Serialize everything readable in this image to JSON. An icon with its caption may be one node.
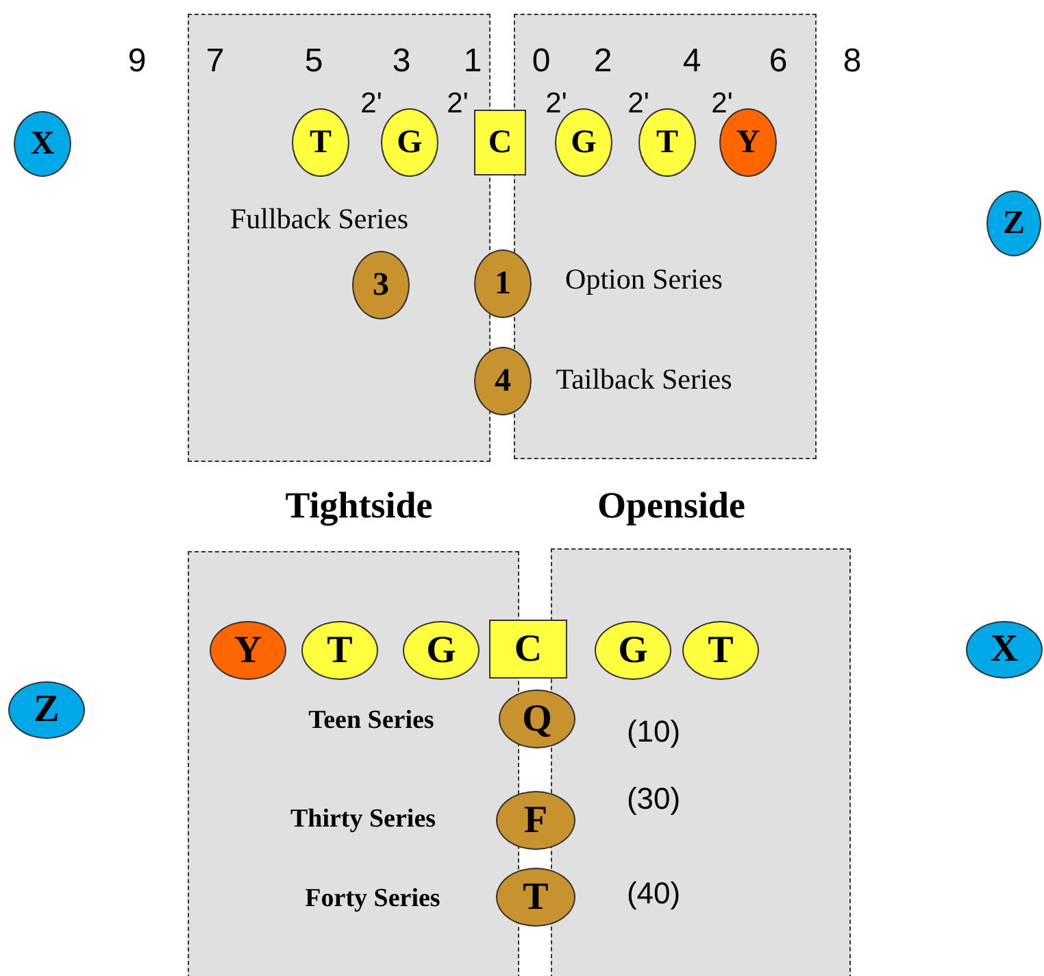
{
  "diagram": {
    "nodes": [
      {
        "text": [],
        "shape": "box"
      },
      {
        "text": [],
        "shape": "box"
      },
      {
        "text": [
          "X"
        ]
      },
      {
        "text": [
          "T"
        ],
        "in": 0
      },
      {
        "text": [
          "G"
        ],
        "in": 0
      },
      {
        "text": [
          "C"
        ]
      },
      {
        "text": [
          "G"
        ],
        "in": 1
      },
      {
        "text": [
          "T"
        ],
        "in": 1
      },
      {
        "text": [
          "Y"
        ],
        "in": 1
      },
      {
        "text": [
          "Z"
        ]
      },
      {
        "text": [
          "3"
        ],
        "in": 0
      },
      {
        "text": [
          "1"
        ]
      },
      {
        "text": [
          "4"
        ]
      },
      {
        "text": [],
        "shape": "box"
      },
      {
        "text": [],
        "shape": "box"
      },
      {
        "text": [
          "Y"
        ],
        "in": 13
      },
      {
        "text": [
          "T"
        ],
        "in": 13
      },
      {
        "text": [
          "G"
        ],
        "in": 13
      },
      {
        "text": [
          "C"
        ]
      },
      {
        "text": [
          "G"
        ],
        "in": 14
      },
      {
        "text": [
          "T"
        ],
        "in": 14
      },
      {
        "text": [
          "X"
        ]
      },
      {
        "text": [
          "Z"
        ]
      },
      {
        "text": [
          "Q"
        ]
      },
      {
        "text": [
          "F"
        ]
      },
      {
        "text": [
          "T"
        ]
      }
    ],
    "labels": [
      "9",
      "7",
      "5",
      "3",
      "1",
      "0",
      "2",
      "4",
      "6",
      "8",
      "2'",
      "2'",
      "2'",
      "2'",
      "2'",
      "Fullback Series",
      "Option Series",
      "Tailback Series",
      "Tightside",
      "Openside",
      "Teen Series",
      "(10)",
      "(30)",
      "Thirty Series",
      "Forty Series",
      "(40)"
    ]
  }
}
